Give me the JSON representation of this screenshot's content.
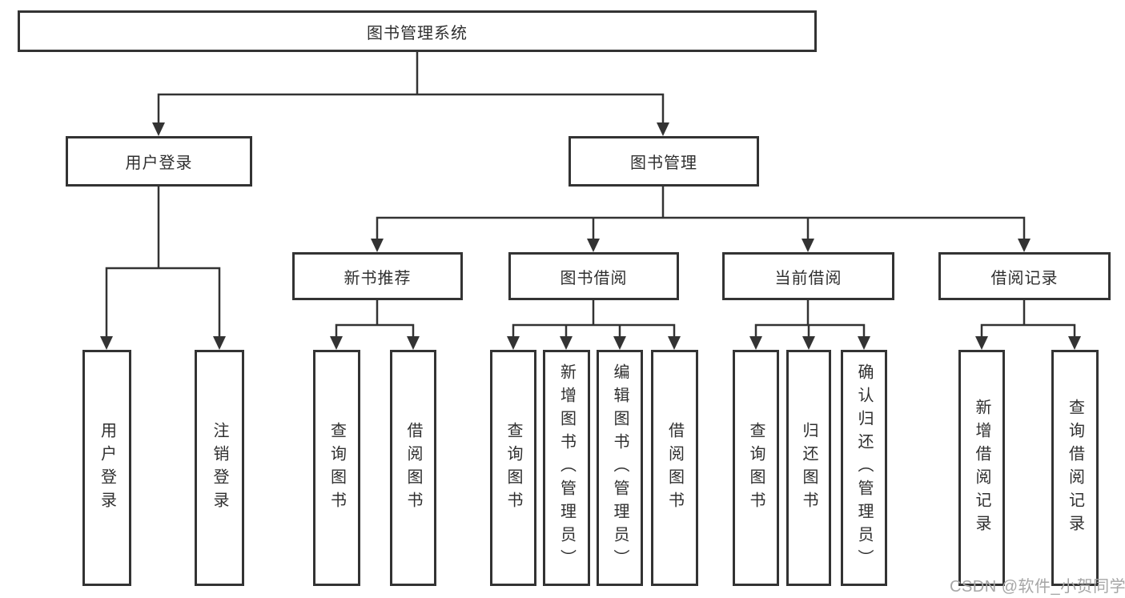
{
  "nodes": {
    "root": "图书管理系统",
    "level2": [
      {
        "label": "用户登录"
      },
      {
        "label": "图书管理"
      }
    ],
    "level3": [
      {
        "label": "新书推荐"
      },
      {
        "label": "图书借阅"
      },
      {
        "label": "当前借阅"
      },
      {
        "label": "借阅记录"
      }
    ],
    "leaves": {
      "user_login": [
        "用户登录",
        "注销登录"
      ],
      "new_books": [
        "查询图书",
        "借阅图书"
      ],
      "book_borrowing": [
        "查询图书",
        "新增图书（管理员）",
        "编辑图书（管理员）",
        "借阅图书"
      ],
      "current_borrowing": [
        "查询图书",
        "归还图书",
        "确认归还（管理员）"
      ],
      "borrow_records": [
        "新增借阅记录",
        "查询借阅记录"
      ]
    }
  },
  "colors": {
    "line": "#333333",
    "text": "#2f2f2f",
    "background": "#ffffff",
    "watermark": "#a6a6a6"
  },
  "watermark": {
    "text": "CSDN @软件_小贺同学"
  }
}
